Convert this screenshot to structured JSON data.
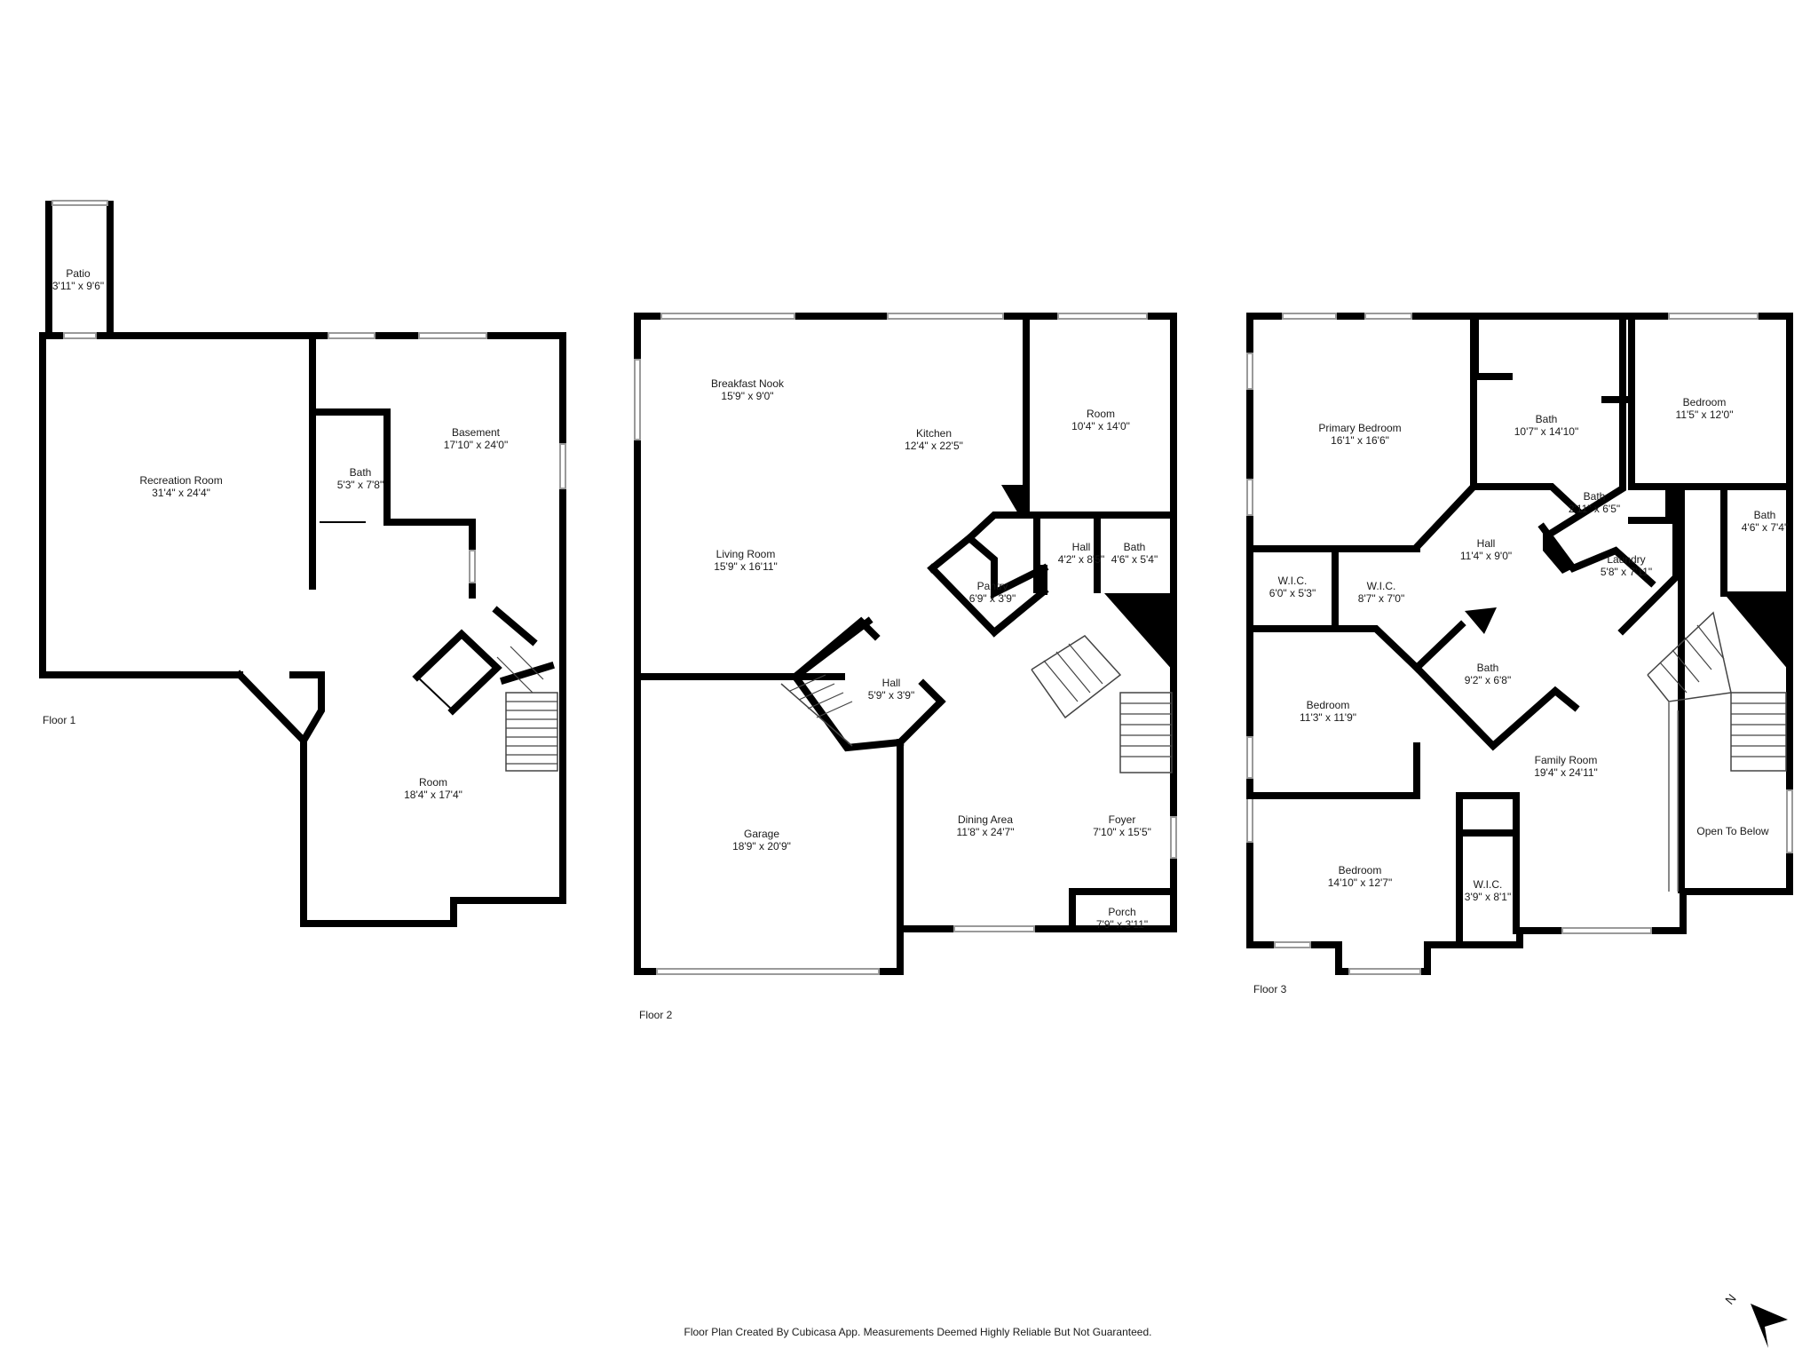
{
  "floors": [
    {
      "label": "Floor 1",
      "rooms": [
        {
          "name": "Patio",
          "dims": "3'11\" x 9'6\""
        },
        {
          "name": "Recreation Room",
          "dims": "31'4\" x 24'4\""
        },
        {
          "name": "Bath",
          "dims": "5'3\" x 7'8\""
        },
        {
          "name": "Basement",
          "dims": "17'10\" x 24'0\""
        },
        {
          "name": "Room",
          "dims": "18'4\" x 17'4\""
        }
      ]
    },
    {
      "label": "Floor 2",
      "rooms": [
        {
          "name": "Breakfast Nook",
          "dims": "15'9\" x 9'0\""
        },
        {
          "name": "Kitchen",
          "dims": "12'4\" x 22'5\""
        },
        {
          "name": "Room",
          "dims": "10'4\" x 14'0\""
        },
        {
          "name": "Living Room",
          "dims": "15'9\" x 16'11\""
        },
        {
          "name": "Hall",
          "dims": "4'2\" x 8'5\""
        },
        {
          "name": "Bath",
          "dims": "4'6\" x 5'4\""
        },
        {
          "name": "Pantry",
          "dims": "6'9\" x 3'9\""
        },
        {
          "name": "Hall",
          "dims": "5'9\" x 3'9\""
        },
        {
          "name": "Garage",
          "dims": "18'9\" x 20'9\""
        },
        {
          "name": "Dining Area",
          "dims": "11'8\" x 24'7\""
        },
        {
          "name": "Foyer",
          "dims": "7'10\" x 15'5\""
        },
        {
          "name": "Porch",
          "dims": "7'9\" x 3'11\""
        }
      ]
    },
    {
      "label": "Floor 3",
      "rooms": [
        {
          "name": "Primary Bedroom",
          "dims": "16'1\" x 16'6\""
        },
        {
          "name": "Bath",
          "dims": "10'7\" x 14'10\""
        },
        {
          "name": "Bedroom",
          "dims": "11'5\" x 12'0\""
        },
        {
          "name": "Bath",
          "dims": "2'11\" x 6'5\""
        },
        {
          "name": "Bath",
          "dims": "4'6\" x 7'4\""
        },
        {
          "name": "Hall",
          "dims": "11'4\" x 9'0\""
        },
        {
          "name": "W.I.C.",
          "dims": "6'0\" x 5'3\""
        },
        {
          "name": "W.I.C.",
          "dims": "8'7\" x 7'0\""
        },
        {
          "name": "Laundry",
          "dims": "5'8\" x 7'11\""
        },
        {
          "name": "Bath",
          "dims": "9'2\" x 6'8\""
        },
        {
          "name": "Bedroom",
          "dims": "11'3\" x 11'9\""
        },
        {
          "name": "Family Room",
          "dims": "19'4\" x 24'11\""
        },
        {
          "name": "Open To Below",
          "dims": ""
        },
        {
          "name": "Bedroom",
          "dims": "14'10\" x 12'7\""
        },
        {
          "name": "W.I.C.",
          "dims": "3'9\" x 8'1\""
        }
      ]
    }
  ],
  "footer": "Floor Plan Created By Cubicasa App. Measurements Deemed Highly Reliable But Not Guaranteed.",
  "compass_label": "N",
  "colors": {
    "wall": "#000000",
    "window": "#9a9a9a",
    "background": "#ffffff"
  }
}
